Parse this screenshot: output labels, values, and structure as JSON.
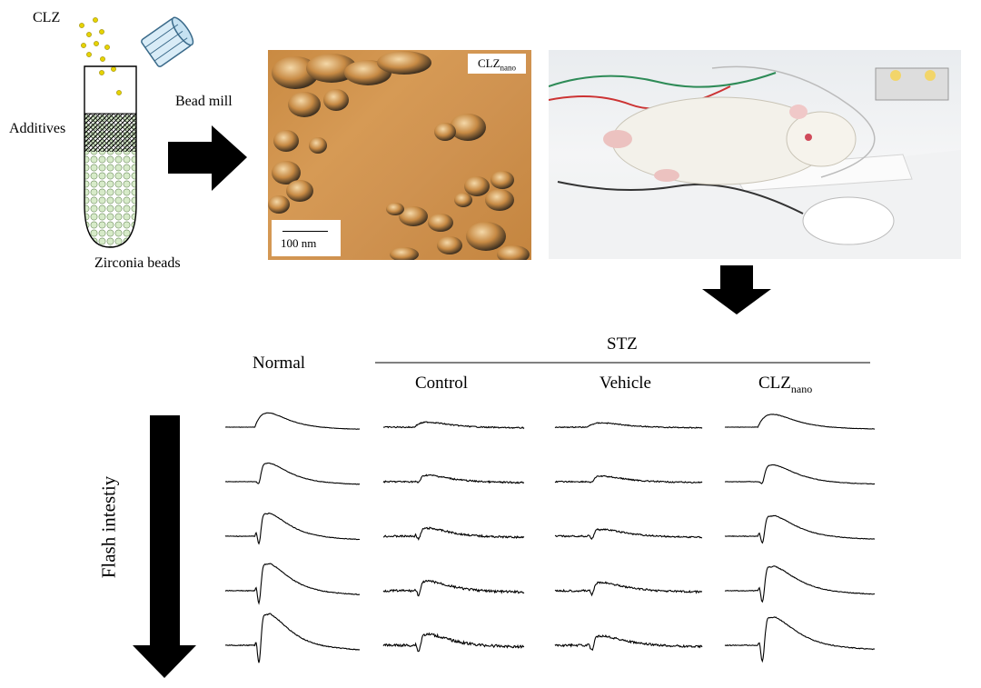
{
  "labels": {
    "clz": "CLZ",
    "additives": "Additives",
    "zirconia": "Zirconia beads",
    "bead_mill": "Bead mill",
    "afm_tag_main": "CLZ",
    "afm_tag_sub": "nano",
    "scale_bar": "100 nm",
    "normal": "Normal",
    "stz": "STZ",
    "control": "Control",
    "vehicle": "Vehicle",
    "clz_nano_main": "CLZ",
    "clz_nano_sub": "nano",
    "flash": "Flash intestiy"
  },
  "colors": {
    "afm_surface": "#cf9250",
    "particle_dark": "#4a3a2a",
    "clz_dots": "#e6d300",
    "bead_fill": "#c8dfb8",
    "rat_fur": "#f3f1ea"
  },
  "icons": [
    "vial-icon",
    "bead-tube-icon",
    "arrow-right-icon",
    "arrow-down-icon",
    "rat-photo"
  ]
}
